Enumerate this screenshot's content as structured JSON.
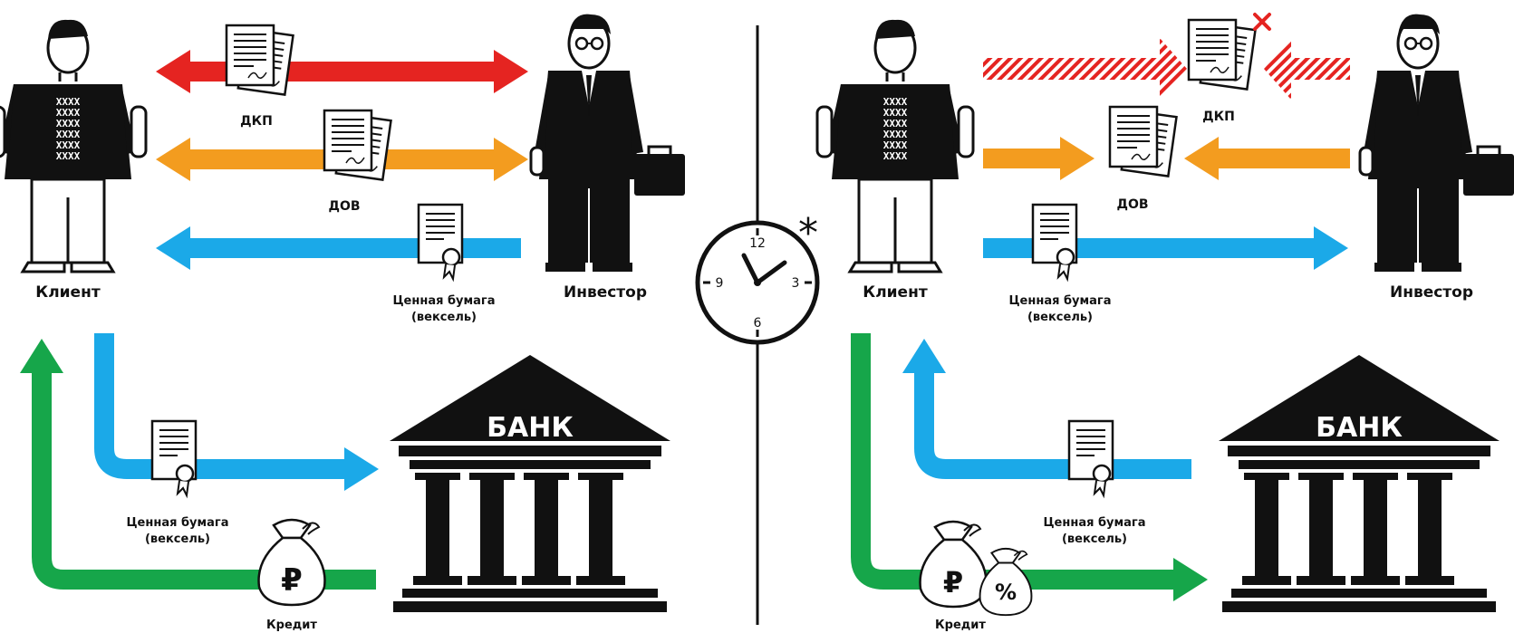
{
  "left_panel": {
    "client_label": "Клиент",
    "investor_label": "Инвестор",
    "dkp_label": "ДКП",
    "dov_label": "ДОВ",
    "security_label_line1": "Ценная бумага",
    "security_label_line2": "(вексель)",
    "bank_security_line1": "Ценная бумага",
    "bank_security_line2": "(вексель)",
    "bank_label": "БАНК",
    "credit_label": "Кредит",
    "ruble_symbol": "₽"
  },
  "right_panel": {
    "client_label": "Клиент",
    "investor_label": "Инвестор",
    "dkp_label": "ДКП",
    "dov_label": "ДОВ",
    "security_label_line1": "Ценная бумага",
    "security_label_line2": "(вексель)",
    "bank_security_line1": "Ценная бумага",
    "bank_security_line2": "(вексель)",
    "bank_label": "БАНК",
    "credit_label": "Кредит",
    "ruble_symbol": "₽",
    "percent_symbol": "%"
  },
  "clock": {
    "asterisk": "*",
    "numbers": [
      "12",
      "3",
      "6",
      "9"
    ]
  },
  "colors": {
    "red": "#e52421",
    "orange": "#f39c1f",
    "blue": "#1ba9e8",
    "green": "#16a64a",
    "black": "#111111"
  }
}
